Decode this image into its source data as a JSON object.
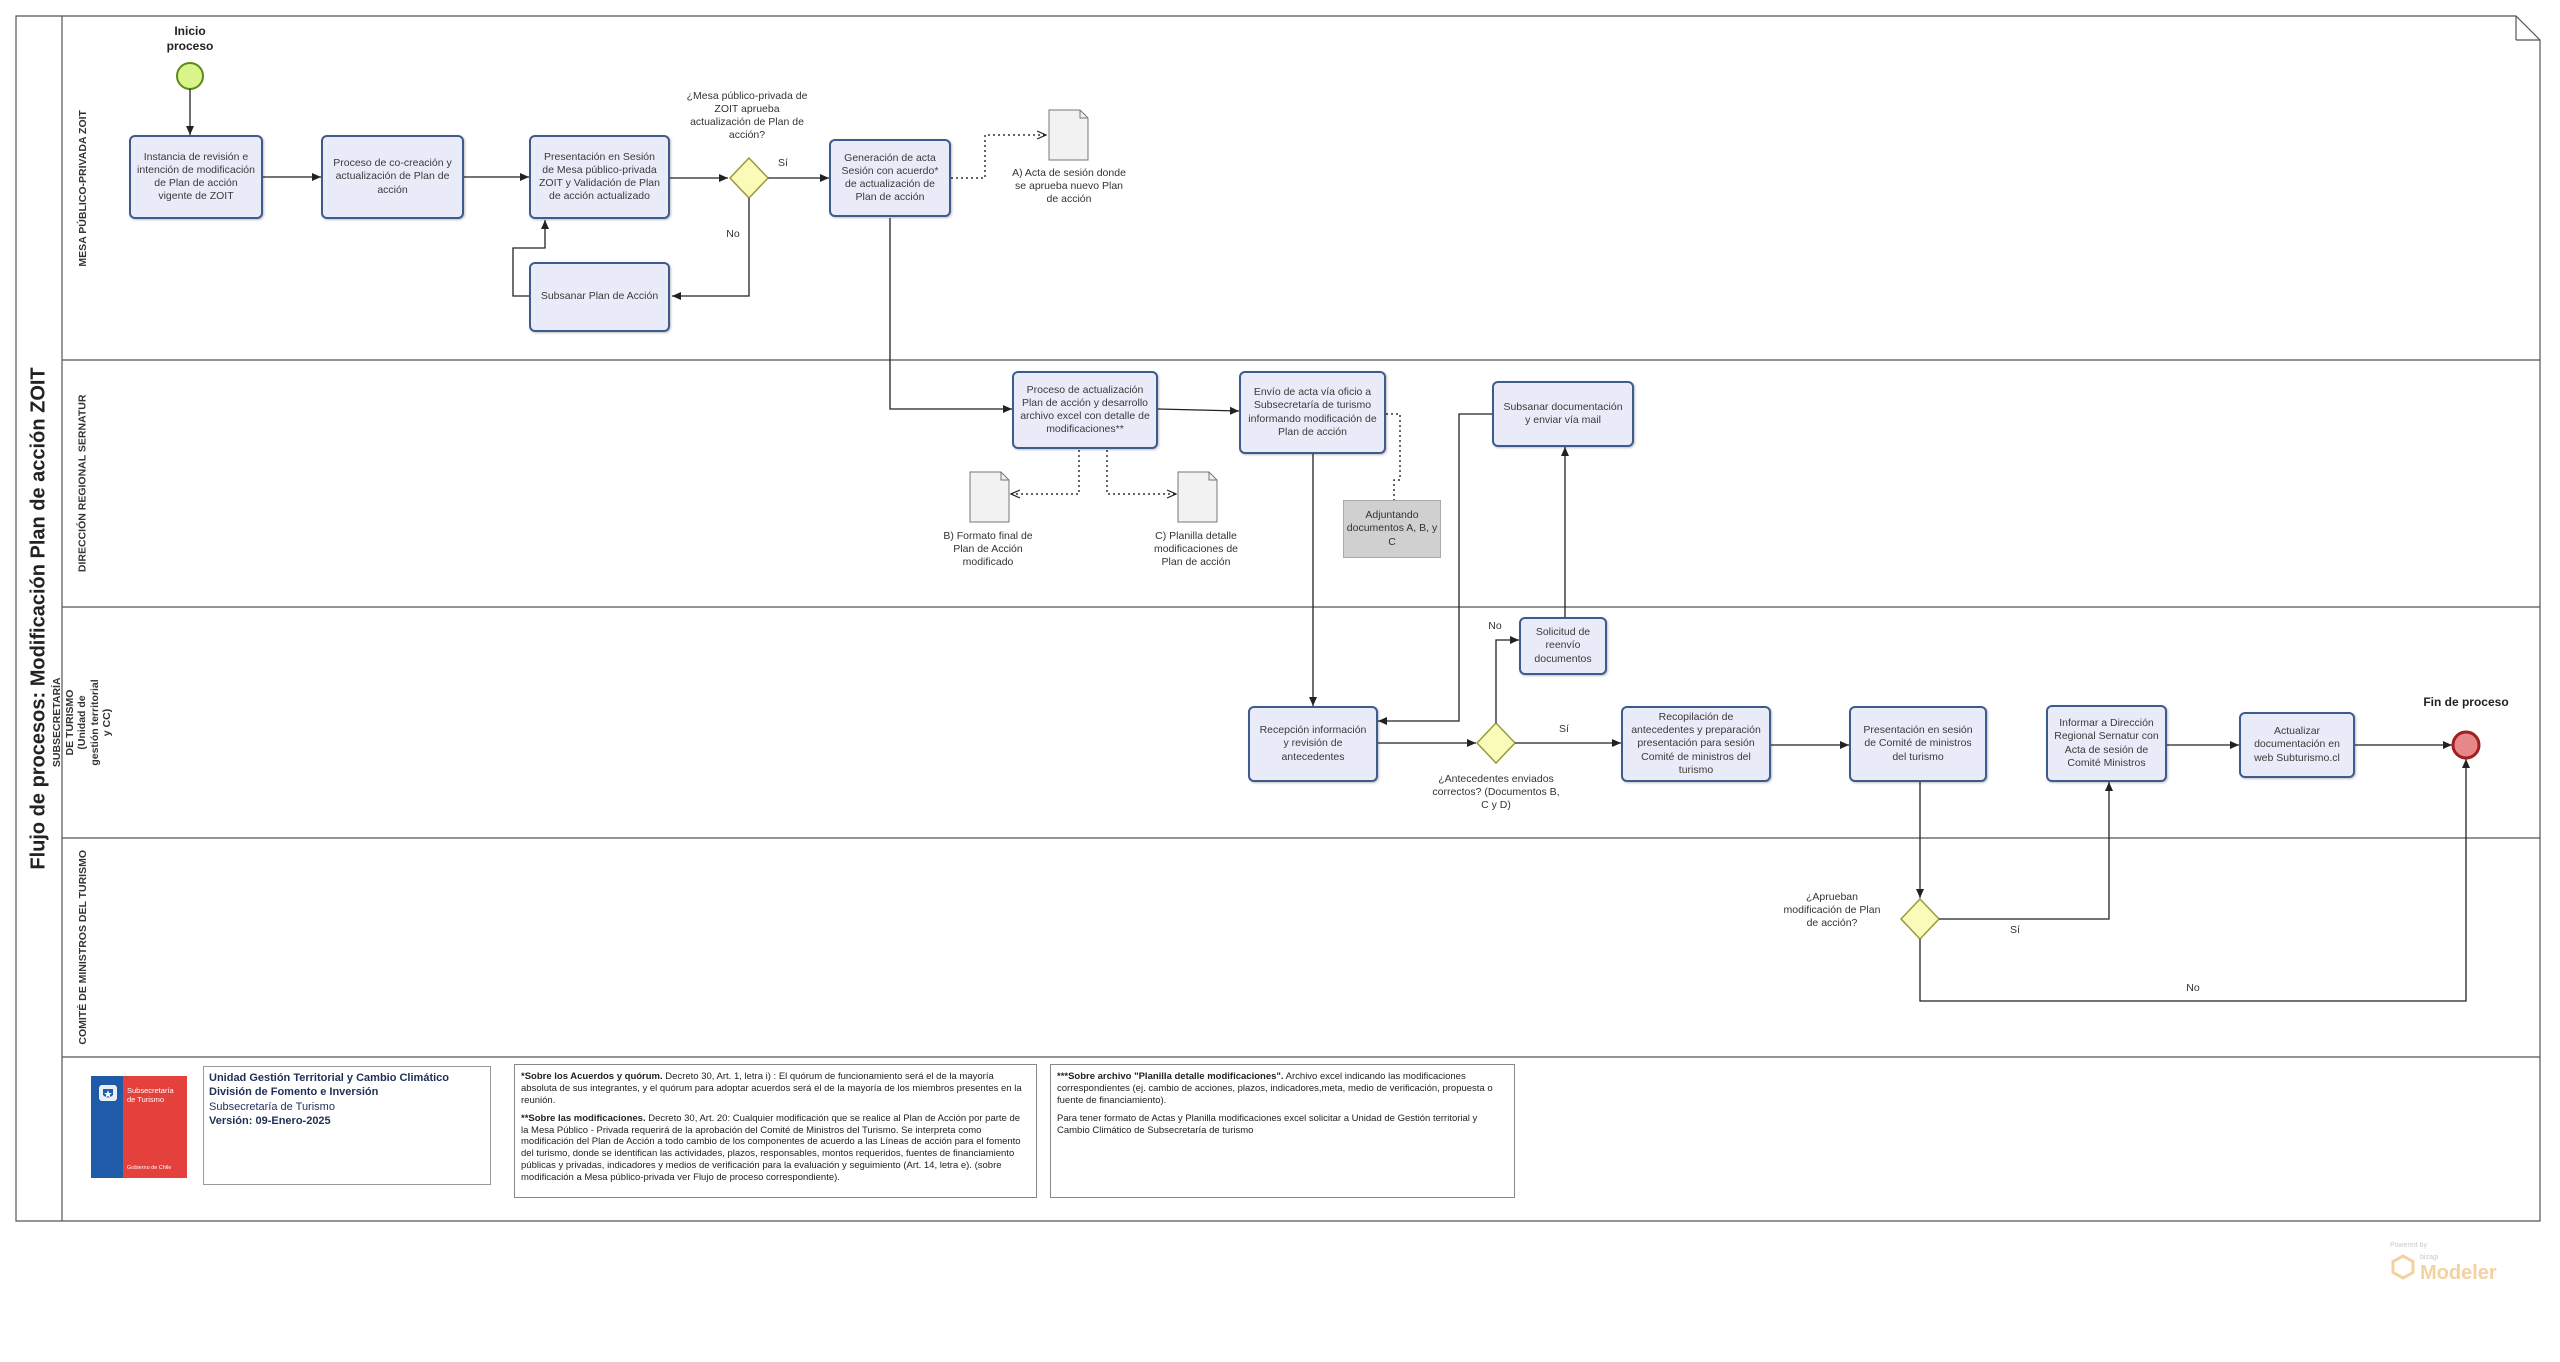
{
  "pool_title": "Flujo de procesos: Modificación Plan de acción ZOIT",
  "lanes": [
    "MESA PÚBLICO-PRIVADA ZOIT",
    "DIRECCIÓN REGIONAL SERNATUR",
    "SUBSECRETARÍA DE TURISMO (Unidad de gestión territorial y CC)",
    "COMITÉ DE MINISTROS DEL TURISMO"
  ],
  "events": {
    "start": "Inicio proceso",
    "end": "Fin de proceso"
  },
  "tasks": {
    "t1": "Instancia de revisión e intención de modificación de Plan de acción vigente de ZOIT",
    "t2": "Proceso de co-creación y actualización de Plan de acción",
    "t3": "Presentación en Sesión de Mesa público-privada ZOIT y Validación de Plan de acción actualizado",
    "t4": "Subsanar Plan de Acción",
    "t5": "Generación de acta Sesión con acuerdo* de actualización de Plan de acción",
    "t6": "Proceso de actualización Plan de acción y desarrollo archivo excel con detalle de modificaciones**",
    "t7": "Envío de acta vía oficio a Subsecretaría de turismo informando modificación de Plan de acción",
    "t8": "Subsanar documentación y enviar vía mail",
    "t9": "Recepción información y revisión de antecedentes",
    "t10": "Solicitud de reenvío documentos",
    "t11": "Recopilación de antecedentes y preparación presentación para sesión Comité de ministros del turismo",
    "t12": "Presentación en sesión de Comité de ministros del turismo",
    "t13": "Informar a Dirección Regional Sernatur con Acta de sesión de Comité Ministros",
    "t14": "Actualizar documentación en web Subturismo.cl"
  },
  "gateways": {
    "g1": "¿Mesa público-privada de ZOIT aprueba actualización de Plan de acción?",
    "g2": "¿Antecedentes enviados correctos? (Documentos B, C y D)",
    "g3": "¿Aprueban modificación de Plan de acción?"
  },
  "flow_labels": {
    "yes": "Sí",
    "no": "No"
  },
  "documents": {
    "docA": "A) Acta de sesión donde se aprueba nuevo Plan de acción",
    "docB": "B) Formato final de Plan de Acción modificado",
    "docC": "C) Planilla detalle modificaciones de Plan de acción"
  },
  "annotation": "Adjuntando documentos A, B, y C",
  "footer": {
    "logo_line1": "Subsecretaría",
    "logo_line2": "de Turismo",
    "logo_bottom": "Gobierno de Chile",
    "info": [
      "Unidad Gestión Territorial y Cambio Climático",
      "División de Fomento e Inversión",
      "Subsecretaría de Turismo",
      "Versión: 09-Enero-2025"
    ],
    "note1_a_title": "*Sobre los Acuerdos y quórum.",
    "note1_a_text": "Decreto 30, Art. 1, letra i) : El quórum de funcionamiento será el de la mayoría absoluta de sus integrantes, y el quórum para adoptar acuerdos será el de la mayoría de los miembros presentes en la reunión.",
    "note1_b_title": "**Sobre las modificaciones.",
    "note1_b_text": "Decreto 30, Art. 20: Cualquier modificación que se realice al Plan de Acción por parte de la Mesa Público - Privada requerirá de la aprobación del Comité de Ministros del Turismo. Se interpreta como modificación del Plan de Acción a todo cambio de los componentes de acuerdo a las Líneas de acción para el fomento del turismo, donde se identifican las actividades, plazos, responsables, montos requeridos, fuentes de financiamiento públicas y privadas, indicadores y medios de verificación para la evaluación y seguimiento (Art. 14, letra e). (sobre modificación a Mesa público-privada ver Flujo de proceso correspondiente).",
    "note2_title": "***Sobre archivo \"Planilla detalle modificaciones\".",
    "note2_text": "Archivo excel indicando las modificaciones correspondientes (ej. cambio de acciones, plazos, indicadores,meta, medio de verificación, propuesta o fuente de financiamiento).",
    "note2_text2": "Para tener formato de Actas y Planilla modificaciones excel solicitar a Unidad de Gestión territorial y Cambio Climático de Subsecretaría de turismo"
  },
  "watermark": {
    "small": "Powered by",
    "brand_small": "bizagi",
    "brand": "Modeler"
  },
  "colors": {
    "task_fill": "#e9ecf8",
    "task_border": "#3d5b8c",
    "start_fill": "#d9f58a",
    "end_fill": "#e8878a",
    "gateway_fill": "#fafab9"
  }
}
